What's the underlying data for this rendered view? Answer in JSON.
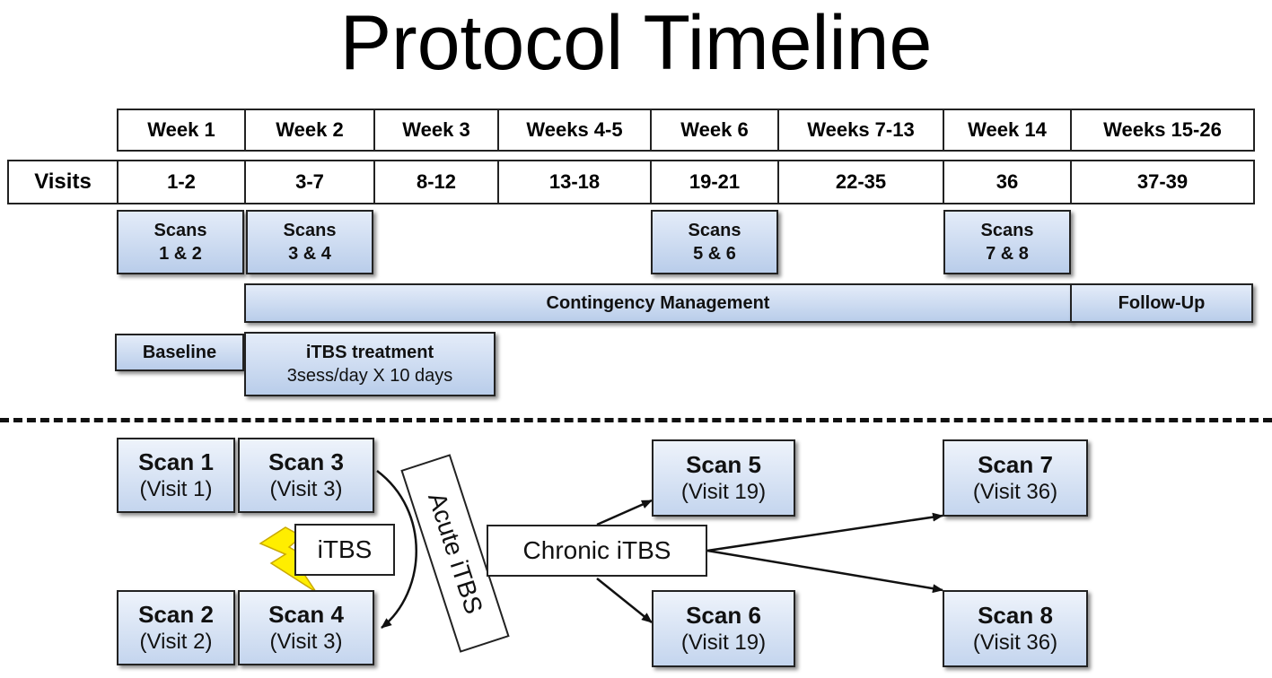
{
  "title": "Protocol Timeline",
  "weeks": [
    "Week 1",
    "Week 2",
    "Week 3",
    "Weeks 4-5",
    "Week 6",
    "Weeks 7-13",
    "Week 14",
    "Weeks 15-26"
  ],
  "visits_label": "Visits",
  "visits": [
    "1-2",
    "3-7",
    "8-12",
    "13-18",
    "19-21",
    "22-35",
    "36",
    "37-39"
  ],
  "scan_pairs": [
    {
      "line1": "Scans",
      "line2": "1 & 2"
    },
    {
      "line1": "Scans",
      "line2": "3 & 4"
    },
    {
      "line1": "Scans",
      "line2": "5 & 6"
    },
    {
      "line1": "Scans",
      "line2": "7 & 8"
    }
  ],
  "contingency_label": "Contingency Management",
  "followup_label": "Follow-Up",
  "baseline_label": "Baseline",
  "itbs_treatment": {
    "title": "iTBS treatment",
    "detail": "3sess/day X 10 days"
  },
  "scans": [
    {
      "name": "Scan 1",
      "visit": "(Visit 1)"
    },
    {
      "name": "Scan 2",
      "visit": "(Visit 2)"
    },
    {
      "name": "Scan 3",
      "visit": "(Visit 3)"
    },
    {
      "name": "Scan 4",
      "visit": "(Visit 3)"
    },
    {
      "name": "Scan 5",
      "visit": "(Visit 19)"
    },
    {
      "name": "Scan 6",
      "visit": "(Visit 19)"
    },
    {
      "name": "Scan 7",
      "visit": "(Visit 36)"
    },
    {
      "name": "Scan 8",
      "visit": "(Visit 36)"
    }
  ],
  "itbs_label": "iTBS",
  "acute_label": "Acute iTBS",
  "chronic_label": "Chronic iTBS",
  "icons": {
    "stimulation": "lightning-bolt-icon"
  },
  "colors": {
    "box_light": "#e4ecf9",
    "box_dark": "#b9cdea",
    "bolt": "#ffee00"
  }
}
